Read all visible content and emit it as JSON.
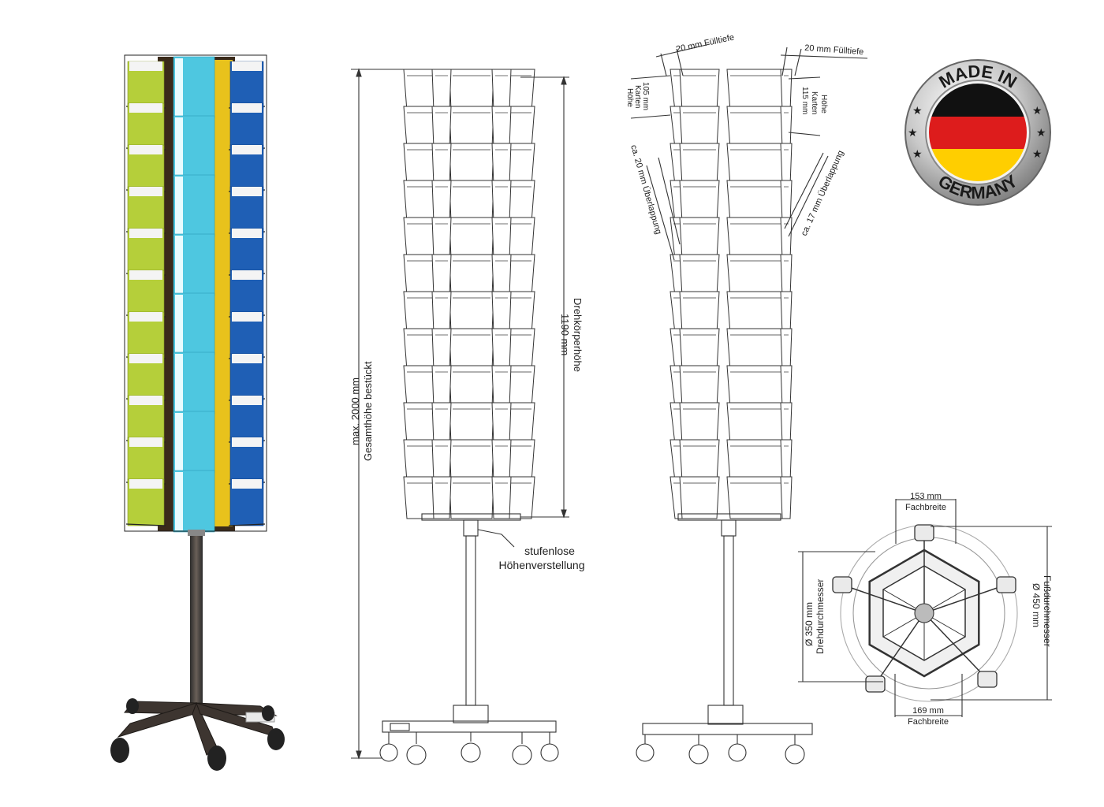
{
  "dimensions": {
    "total_height_value": "max. 2000 mm",
    "total_height_label": "Gesamthöhe bestückt",
    "rotor_height_value": "1190 mm",
    "rotor_height_label": "Drehkörperhöhe",
    "adjust_line1": "stufenlose",
    "adjust_line2": "Höhenverstellung",
    "fill_depth_left": "20 mm Fülltiefe",
    "fill_depth_right": "20 mm Fülltiefe",
    "card_height_left_value": "105 mm",
    "card_height_left_line2": "Karten",
    "card_height_left_line3": "Höhe",
    "card_height_right_value": "115 mm",
    "card_height_right_line2": "Karten",
    "card_height_right_line3": "Höhe",
    "overlap_left": "ca. 20 mm Überlappung",
    "overlap_right": "ca. 17 mm Überlappung",
    "top_width_value": "153 mm",
    "top_width_label": "Fachbreite",
    "bottom_width_value": "169 mm",
    "bottom_width_label": "Fachbreite",
    "rotor_diameter_value": "Ø 350 mm",
    "rotor_diameter_label": "Drehdurchmesser",
    "foot_diameter_value": "Ø 450 mm",
    "foot_diameter_label": "Fußdurchmesser"
  },
  "badge": {
    "top_text": "MADE IN",
    "bottom_text": "GERMANY"
  },
  "colors": {
    "flag_black": "#111111",
    "flag_red": "#dd1c1c",
    "flag_gold": "#ffce00",
    "card_lime": "#b5cf3a",
    "card_cyan": "#4ec7e0",
    "card_blue": "#1f5fb5",
    "card_yellow": "#e8c21c",
    "line": "#333333"
  }
}
